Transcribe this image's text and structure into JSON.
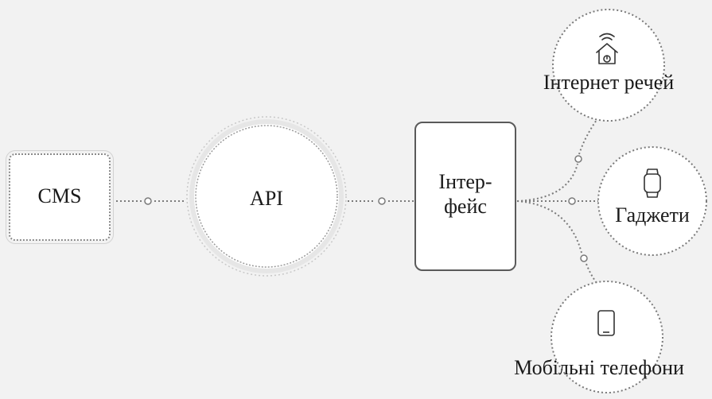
{
  "nodes": {
    "cms": {
      "label": "CMS"
    },
    "api": {
      "label": "API"
    },
    "interface": {
      "label_line1": "Інтер-",
      "label_line2": "фейс"
    },
    "iot": {
      "label": "Інтернет речей",
      "icon": "smart-home-icon"
    },
    "gadgets": {
      "label": "Гаджети",
      "icon": "smartwatch-icon"
    },
    "mobile": {
      "label": "Мобільні телефони",
      "icon": "smartphone-icon"
    }
  },
  "colors": {
    "background": "#f2f2f2",
    "node_fill": "#ffffff",
    "line": "#7a7a7a",
    "text": "#1a1a1a"
  }
}
